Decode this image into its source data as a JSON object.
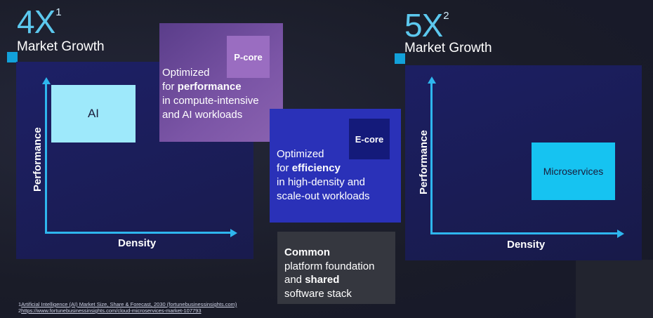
{
  "slide": {
    "left_growth": {
      "value": "4X",
      "sup": "1",
      "label": "Market Growth"
    },
    "right_growth": {
      "value": "5X",
      "sup": "2",
      "label": "Market Growth"
    },
    "left_chart": {
      "y_axis": "Performance",
      "x_axis": "Density",
      "workload": "AI"
    },
    "right_chart": {
      "y_axis": "Performance",
      "x_axis": "Density",
      "workload": "Microservices"
    },
    "pcore": {
      "badge": "P-core",
      "line1": "Optimized",
      "line2_prefix": "for ",
      "line2_bold": "performance",
      "line3": "in compute-intensive",
      "line4": "and AI workloads"
    },
    "ecore": {
      "badge": "E-core",
      "line1": "Optimized",
      "line2_prefix": "for ",
      "line2_bold": "efficiency",
      "line3": "in high-density and",
      "line4": "scale-out workloads"
    },
    "common": {
      "line1": "Common",
      "line2": "platform foundation",
      "line3_prefix": "and ",
      "line3_bold": "shared",
      "line4": "software stack"
    },
    "footnotes": [
      {
        "num": "1",
        "text": "Artificial Intelligence (AI) Market Size, Share & Forecast, 2030 (fortunebusinessinsights.com)"
      },
      {
        "num": "2",
        "text": "https://www.fortunebusinessinsights.com/cloud-microservices-market-107793"
      }
    ]
  },
  "colors": {
    "accent": "#12a1da",
    "axis": "#2eb6ee",
    "ai_box": "#9ee9fb",
    "microservices_box": "#16c3f1",
    "pcore_card": "#7b55a6",
    "ecore_card": "#2a31b8"
  }
}
